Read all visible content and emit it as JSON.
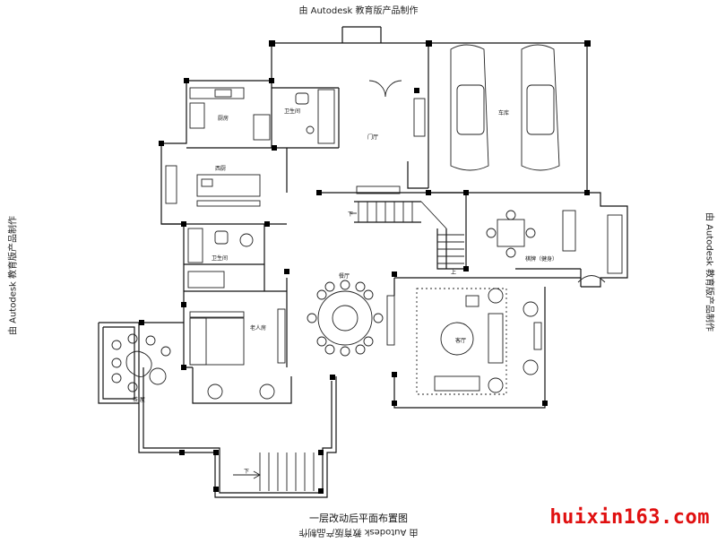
{
  "watermark": "由 Autodesk 教育版产品制作",
  "caption": "一层改动后平面布置图",
  "site": "huixin163.com",
  "rooms": {
    "kitchen": "厨房",
    "bath_top": "卫生间",
    "foyer": "门厅",
    "garage": "车库",
    "western_kitchen": "西厨",
    "bath_mid": "卫生间",
    "elder_room": "老人房",
    "dining": "餐厅",
    "chess_room": "棋牌（健身）",
    "living": "客厅",
    "tea": "茶 屋"
  },
  "stairs": {
    "down_left": "下",
    "up": "上",
    "down_bottom": "下"
  },
  "colors": {
    "line": "#111111",
    "column": "#000000",
    "site_text": "#e01010"
  }
}
